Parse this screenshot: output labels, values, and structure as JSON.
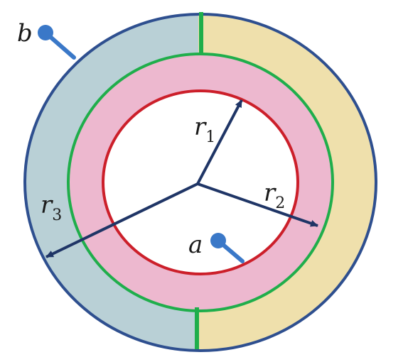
{
  "labels": {
    "b": "b",
    "a": "a",
    "r1": {
      "base": "r",
      "sub": "1"
    },
    "r2": {
      "base": "r",
      "sub": "2"
    },
    "r3": {
      "base": "r",
      "sub": "3"
    }
  },
  "colors": {
    "outer_left_fill": "#b9d0d6",
    "outer_right_fill": "#efe0ac",
    "middle_fill": "#edb8cf",
    "inner_fill": "#ffffff",
    "outer_ring_stroke": "#2e4f8f",
    "green_ring_stroke": "#1fae4b",
    "inner_ring_stroke": "#cc1f2a",
    "arrow": "#1f3566",
    "terminal": "#3a78c8"
  }
}
